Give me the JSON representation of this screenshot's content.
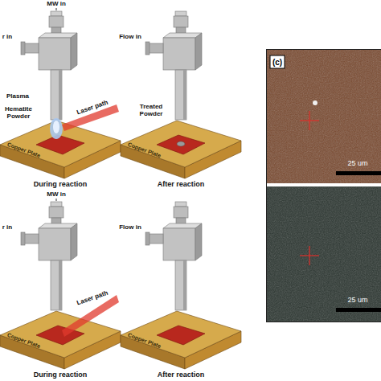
{
  "diagram": {
    "labels": [
      "MW in",
      "r in",
      "Plasma",
      "Hematite Powder",
      "Laser path",
      "Copper Plate",
      "During reaction",
      "Flow in",
      "Treated Powder",
      "Copper Plate",
      "After reaction",
      "MW in",
      "r in",
      "Laser path",
      "Copper Plate",
      "During reaction",
      "Flow in",
      "Copper Plate",
      "After reaction",
      "(c)",
      "25 um",
      "25 um"
    ]
  }
}
